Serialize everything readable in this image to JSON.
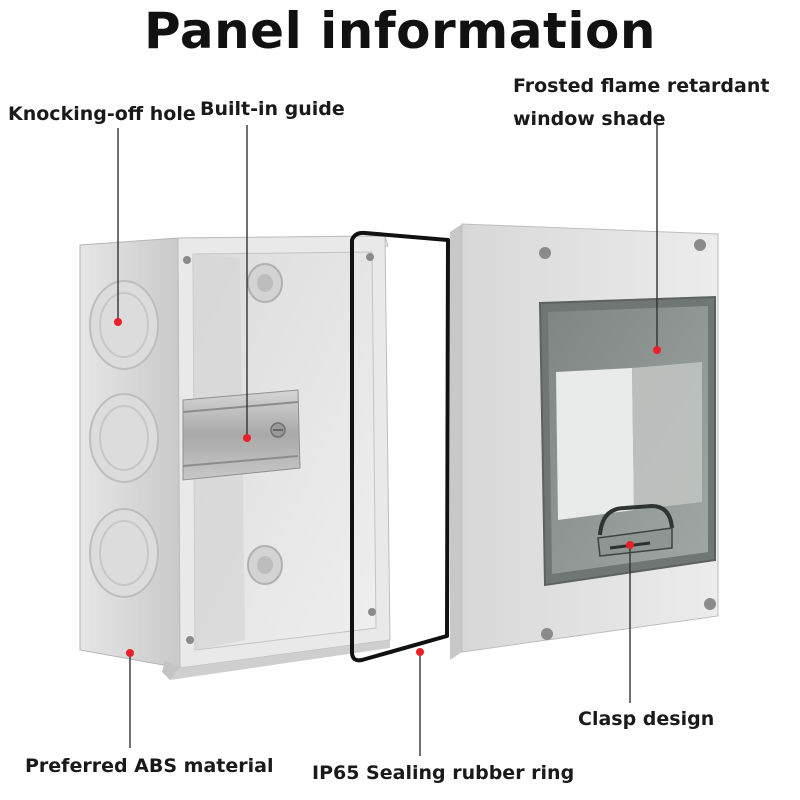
{
  "title": "Panel information",
  "callouts": {
    "knocking_off_hole": "Knocking-off hole",
    "built_in_guide": "Built-in guide",
    "window_shade_line1": "Frosted flame retardant",
    "window_shade_line2": "window shade",
    "clasp_design": "Clasp design",
    "abs_material": "Preferred ABS material",
    "sealing_ring": "IP65 Sealing rubber ring"
  },
  "colors": {
    "marker": "#e8202a",
    "leader_line": "#333333",
    "box_body": "#e4e4e4",
    "box_side": "#d2d2d2",
    "gasket": "#111111",
    "din_rail": "#b8b8b8"
  }
}
